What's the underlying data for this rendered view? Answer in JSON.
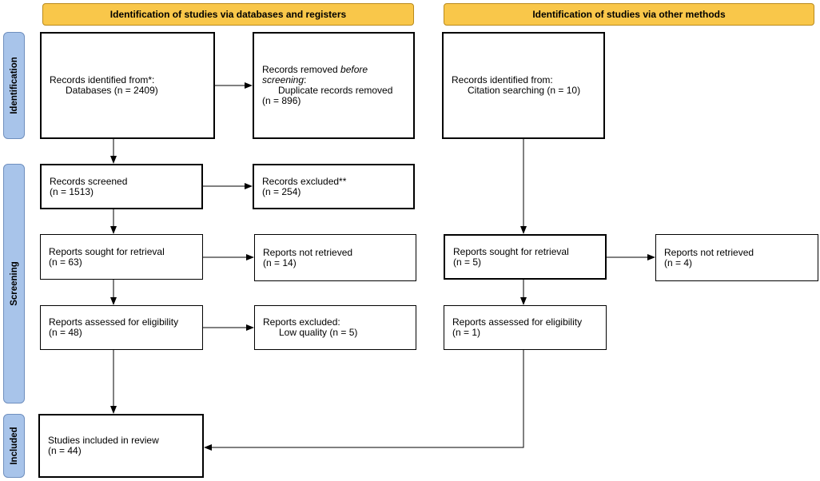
{
  "headers": {
    "databases": "Identification of studies via databases and registers",
    "other": "Identification of studies via other methods"
  },
  "phases": {
    "identification": "Identification",
    "screening": "Screening",
    "included": "Included"
  },
  "boxes": {
    "records_identified": {
      "l1": "Records identified from*:",
      "l2": "Databases (n = 2409)"
    },
    "records_removed": {
      "l1a": "Records removed ",
      "l1b": "before",
      "l2": "screening",
      "l2b": ":",
      "l3": "Duplicate records removed",
      "l4": "(n = 896)"
    },
    "other_records_identified": {
      "l1": "Records identified from:",
      "l2": "Citation searching (n = 10)"
    },
    "records_screened": {
      "l1": "Records screened",
      "l2": "(n = 1513)"
    },
    "records_excluded": {
      "l1": "Records excluded**",
      "l2": "(n = 254)"
    },
    "reports_sought": {
      "l1": "Reports sought for retrieval",
      "l2": "(n = 63)"
    },
    "reports_not_retrieved": {
      "l1": "Reports not retrieved",
      "l2": "(n = 14)"
    },
    "other_reports_sought": {
      "l1": "Reports sought for retrieval",
      "l2": "(n = 5)"
    },
    "other_reports_not_retrieved": {
      "l1": "Reports not retrieved",
      "l2": "(n = 4)"
    },
    "reports_assessed": {
      "l1": "Reports assessed for eligibility",
      "l2": "(n = 48)"
    },
    "reports_excluded": {
      "l1": "Reports excluded:",
      "l2": "Low quality (n = 5)"
    },
    "other_reports_assessed": {
      "l1": "Reports assessed for eligibility",
      "l2": "(n = 1)"
    },
    "studies_included": {
      "l1": "Studies included in review",
      "l2": "(n = 44)"
    }
  }
}
